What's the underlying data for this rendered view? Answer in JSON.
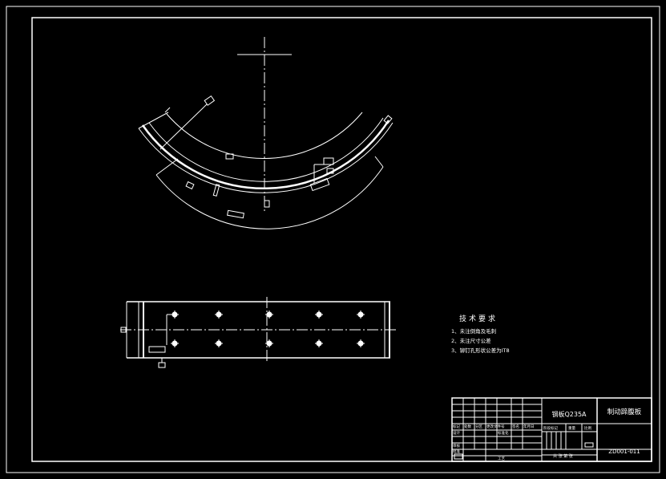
{
  "tech_requirements": {
    "title": "技术要求",
    "items": [
      "1、未注倒角及毛刺",
      "2、未注尺寸公差",
      "3、铆钉孔形状公差为IT8"
    ]
  },
  "title_block": {
    "material": "钢板Q235A",
    "part_name": "制动蹄腹板",
    "drawing_no": "ZD001-011",
    "cell_labels": [
      "标记",
      "处数",
      "分区",
      "更改文件号",
      "签名",
      "年月日",
      "设计",
      "标准化",
      "审核",
      "工艺",
      "批准",
      "阶段标记",
      "重量",
      "比例",
      "共 张 第 张"
    ]
  },
  "colors": {
    "line": "#ffffff",
    "background": "#000000"
  }
}
